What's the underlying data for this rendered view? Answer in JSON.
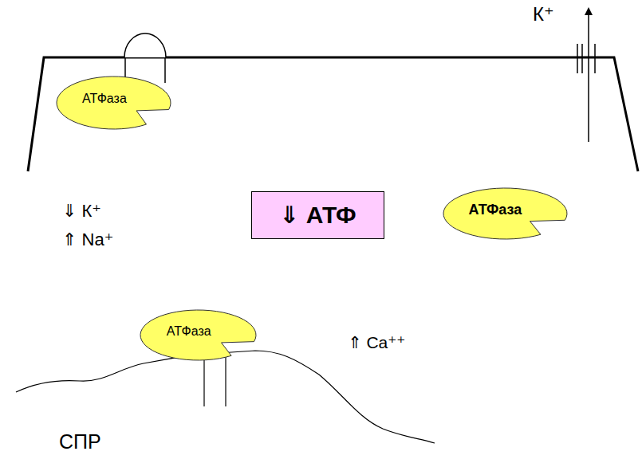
{
  "diagram": {
    "nodes": [
      {
        "text": [
          "АТФаза"
        ]
      },
      {
        "text": [
          "⇓ АТФ"
        ]
      },
      {
        "text": [
          "АТФаза"
        ]
      },
      {
        "text": [
          "АТФаза"
        ]
      }
    ],
    "labels": [
      "К⁺",
      "⇓ К⁺",
      "⇑ Na⁺",
      "⇑ Ca⁺⁺",
      "СПР"
    ]
  }
}
